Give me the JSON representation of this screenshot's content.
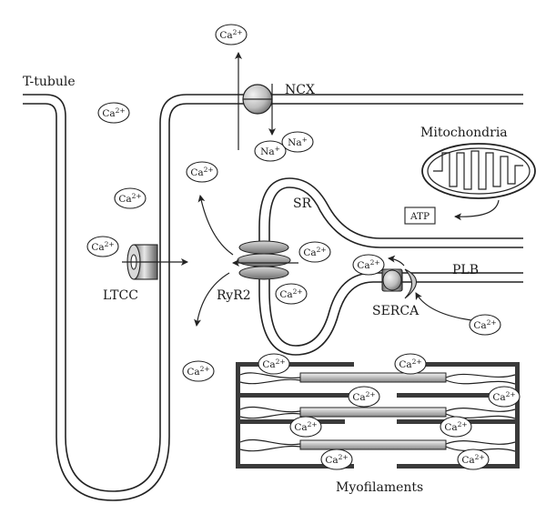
{
  "labels": {
    "t_tubule": "T-tubule",
    "ncx": "NCX",
    "mitochondria": "Mitochondria",
    "atp": "ATP",
    "sr": "SR",
    "plb": "PLB",
    "serca": "SERCA",
    "ltcc": "LTCC",
    "ryr2": "RyR2",
    "myofilaments": "Myofilaments"
  },
  "ions": {
    "ca": "Ca",
    "ca_charge": "2+",
    "na": "Na",
    "na_charge": "+"
  },
  "colors": {
    "line": "#222222",
    "membrane_fill": "#ffffff",
    "channel_light": "#e6e6e6",
    "channel_dark": "#7a7a7a",
    "myofilament_thick": "#dcdcdc",
    "myofilament_thin": "#3a3a3a"
  }
}
